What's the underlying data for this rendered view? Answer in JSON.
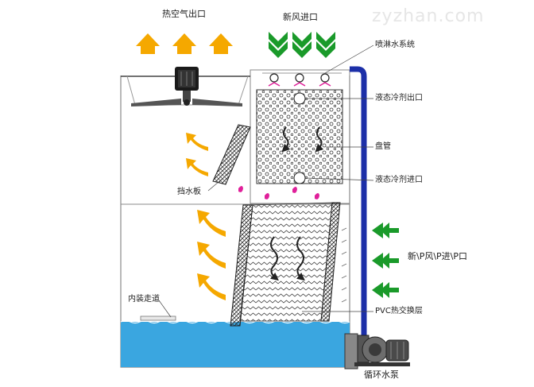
{
  "watermark": "zyzhan.com",
  "labels": {
    "hot_air_outlet": "热空气出口",
    "fresh_air_inlet_top": "新风进口",
    "spray_system": "喷淋水系统",
    "refrigerant_outlet": "液态冷剂出口",
    "coil": "盘管",
    "refrigerant_inlet": "液态冷剂进口",
    "drift_eliminator": "挡水板",
    "fresh_air_inlet_side": "新\\P风\\P进\\P口",
    "inner_walkway": "内装走道",
    "pvc_fill": "PVC热交换层",
    "circulating_pump": "循环水泵"
  },
  "colors": {
    "hot_arrow": "#f5a800",
    "fresh_arrow": "#1a9a2a",
    "water": "#3aa6e0",
    "pipe": "#1c2fa8",
    "nozzle": "#e0209a"
  },
  "icons": [
    "motor-fan-icon",
    "spray-nozzle-icon",
    "water-pump-icon"
  ]
}
